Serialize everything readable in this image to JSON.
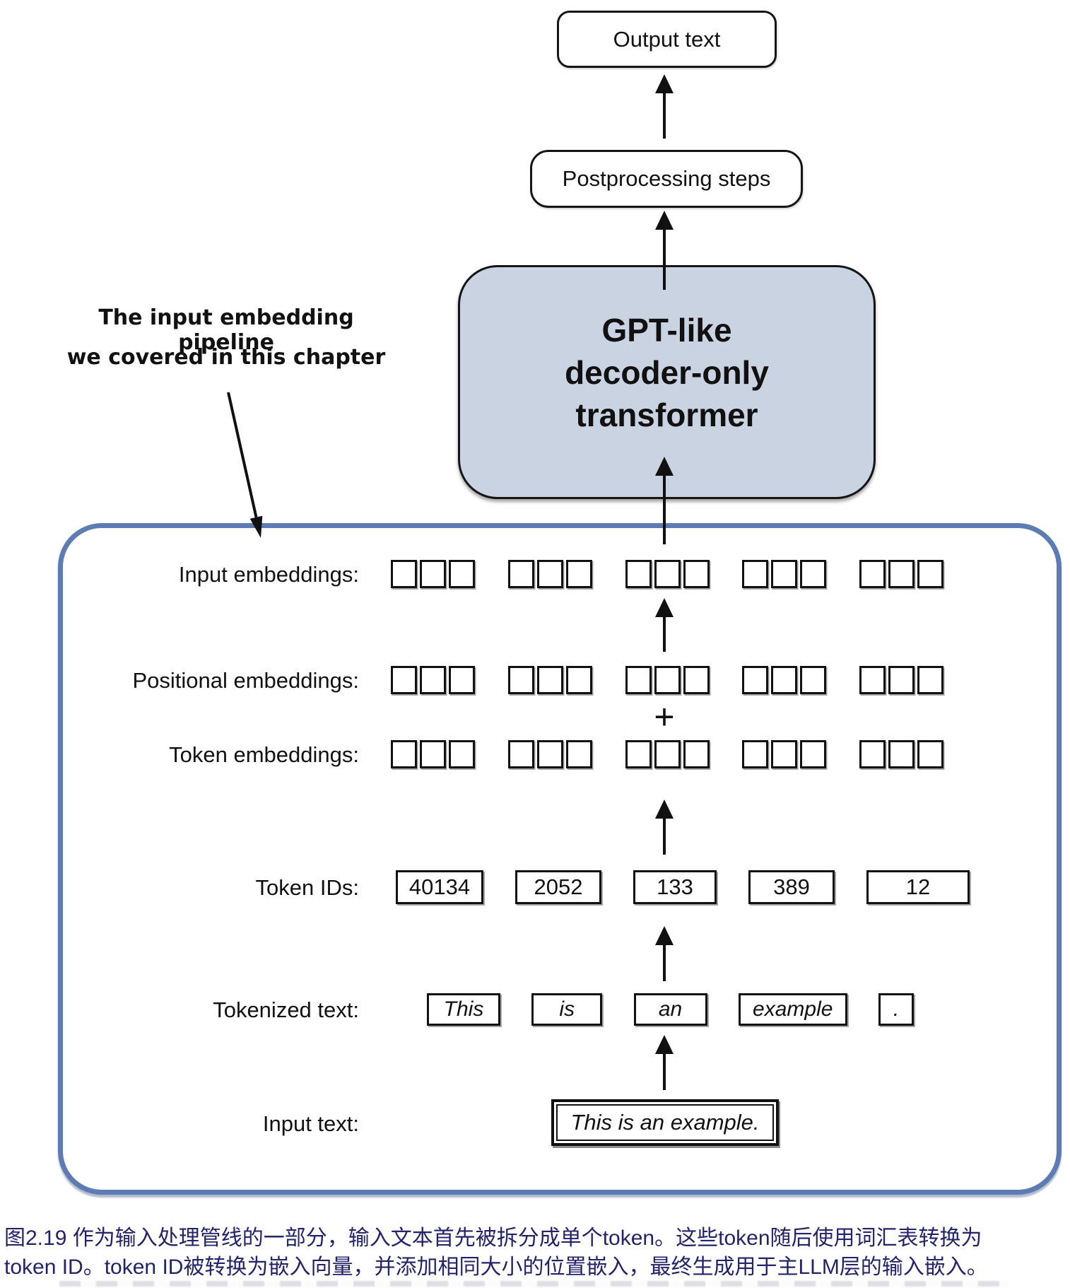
{
  "diagram": {
    "output_box_label": "Output text",
    "postprocessing_box_label": "Postprocessing steps",
    "gpt_box": {
      "line1": "GPT-like",
      "line2": "decoder-only",
      "line3": "transformer",
      "fill_color": "#c9d3e2"
    },
    "annotation": {
      "line1": "The input embedding pipeline",
      "line2": "we covered in this chapter"
    },
    "row_labels": [
      "Input embeddings:",
      "Positional embeddings:",
      "Token embeddings:",
      "Token IDs:",
      "Tokenized text:",
      "Input text:"
    ],
    "squares": {
      "groups_per_row": 5,
      "cells_per_group": 3,
      "rows": 3
    },
    "plus_sign": "+",
    "token_ids": [
      "40134",
      "2052",
      "133",
      "389",
      "12"
    ],
    "tokens": [
      "This",
      "is",
      "an",
      "example",
      "."
    ],
    "input_text": "This is an example.",
    "colors": {
      "container_border": "#5d7cb3",
      "box_border": "#111111",
      "gpt_fill": "#c9d3e2",
      "caption_text": "#23236b"
    }
  },
  "caption": {
    "line1": "图2.19 作为输入处理管线的一部分，输入文本首先被拆分成单个token。这些token随后使用词汇表转换为",
    "line2": "token ID。token ID被转换为嵌入向量，并添加相同大小的位置嵌入，最终生成用于主LLM层的输入嵌入。"
  }
}
